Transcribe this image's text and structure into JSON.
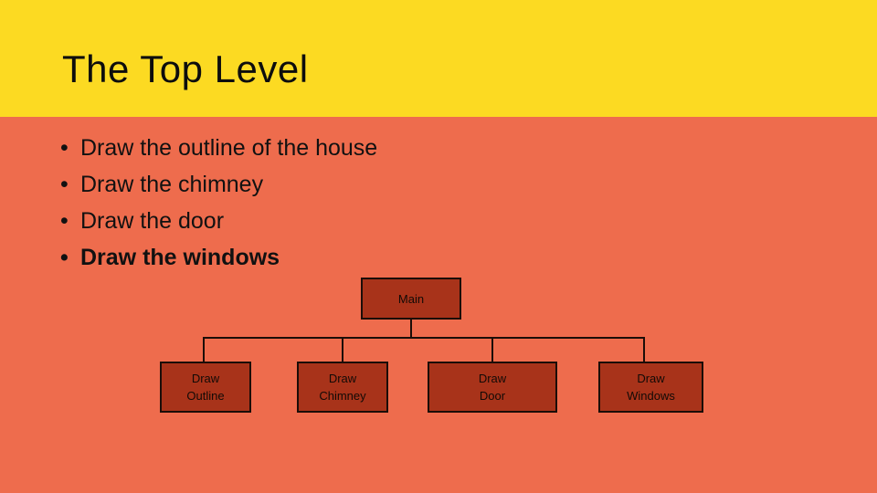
{
  "slide": {
    "title": "The Top Level",
    "background_color": "#ee6c4d",
    "banner_color": "#fcda22",
    "title_color": "#0d0d0d"
  },
  "bullets": [
    {
      "marker": "•",
      "text": "Draw the outline of the house",
      "bold": false
    },
    {
      "marker": "•",
      "text": "Draw the chimney",
      "bold": false
    },
    {
      "marker": "•",
      "text": "Draw the door",
      "bold": false
    },
    {
      "marker": "•",
      "text": "Draw the windows",
      "bold": true
    }
  ],
  "diagram": {
    "type": "org-chart",
    "box_fill_color": "#a8331a",
    "box_border_color": "#1b0d08",
    "box_text_color": "#120a06",
    "root": {
      "line1": "Main",
      "line2": ""
    },
    "children": [
      {
        "line1": "Draw",
        "line2": "Outline"
      },
      {
        "line1": "Draw",
        "line2": "Chimney"
      },
      {
        "line1": "Draw",
        "line2": "Door"
      },
      {
        "line1": "Draw",
        "line2": "Windows"
      }
    ]
  }
}
